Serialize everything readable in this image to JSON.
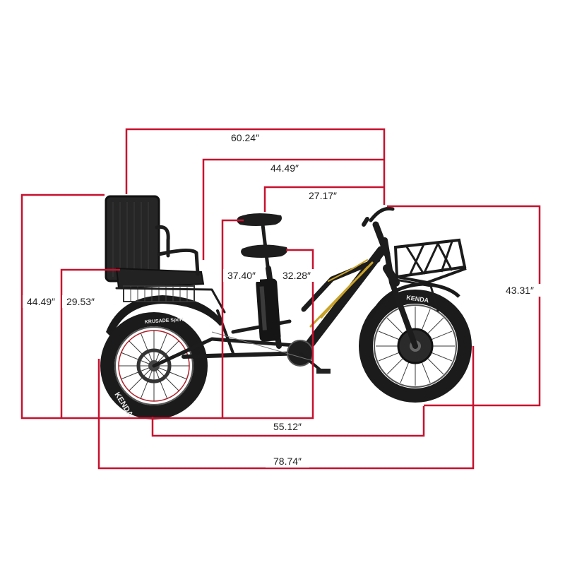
{
  "colors": {
    "dimension_line": "#c8102e",
    "frame": "#1c1c1c",
    "accent": "#c9a227",
    "tire_text": "#e8e8e8"
  },
  "dimensions": {
    "seat_back_to_handlebar": "60.24″",
    "seat_to_handlebar": "44.49″",
    "saddle_to_handlebar": "27.17″",
    "handlebar_height": "43.31″",
    "seat_back_height": "44.49″",
    "seat_height": "29.53″",
    "saddle_max_height": "37.40″",
    "saddle_min_height": "32.28″",
    "wheelbase": "55.12″",
    "overall_length": "78.74″"
  },
  "tire_brand": {
    "rear_sidewall": "KENDA",
    "front_sidewall": "KENDA",
    "rear_tread_model": "KRUSADE Sport"
  },
  "icons": {
    "tricycle": "electric-tricycle-illustration"
  }
}
